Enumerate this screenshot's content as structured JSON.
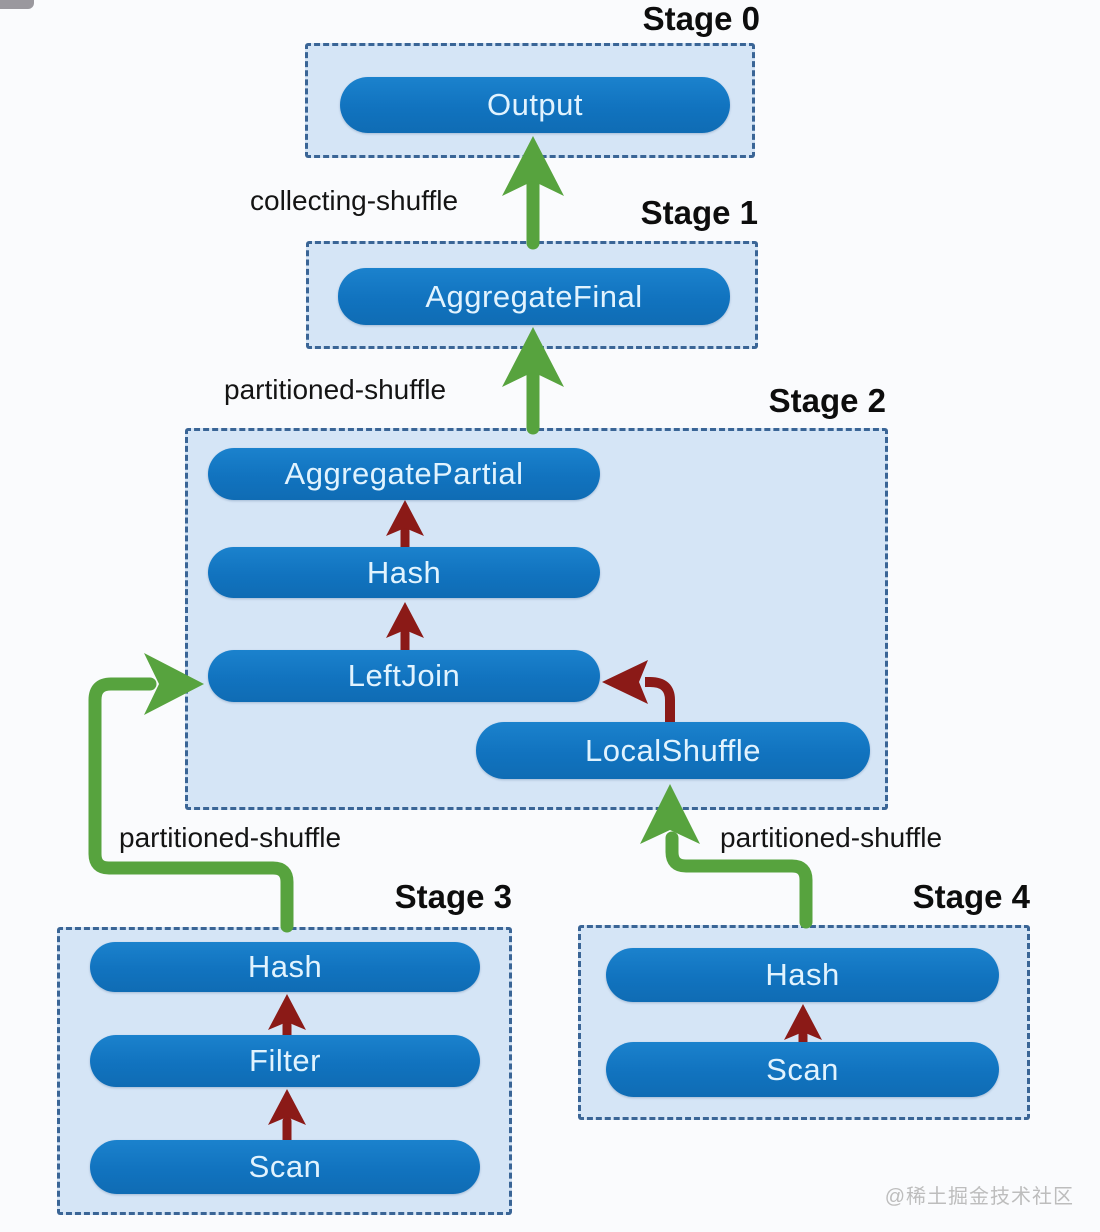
{
  "diagram": {
    "type": "query-execution-plan",
    "stages": [
      {
        "label": "Stage 0",
        "nodes": [
          {
            "label": "Output"
          }
        ]
      },
      {
        "label": "Stage 1",
        "nodes": [
          {
            "label": "AggregateFinal"
          }
        ]
      },
      {
        "label": "Stage 2",
        "nodes": [
          {
            "label": "AggregatePartial"
          },
          {
            "label": "Hash"
          },
          {
            "label": "LeftJoin"
          },
          {
            "label": "LocalShuffle"
          }
        ]
      },
      {
        "label": "Stage 3",
        "nodes": [
          {
            "label": "Hash"
          },
          {
            "label": "Filter"
          },
          {
            "label": "Scan"
          }
        ]
      },
      {
        "label": "Stage 4",
        "nodes": [
          {
            "label": "Hash"
          },
          {
            "label": "Scan"
          }
        ]
      }
    ],
    "edges": [
      {
        "label": "collecting-shuffle",
        "from": "Stage 1",
        "to": "Stage 0 / Output"
      },
      {
        "label": "partitioned-shuffle",
        "from": "Stage 2",
        "to": "Stage 1 / AggregateFinal"
      },
      {
        "label": "partitioned-shuffle",
        "from": "Stage 3",
        "to": "Stage 2 / LeftJoin"
      },
      {
        "label": "partitioned-shuffle",
        "from": "Stage 4",
        "to": "Stage 2 / LocalShuffle"
      }
    ],
    "internal_edges": [
      {
        "from": "Hash",
        "to": "AggregatePartial",
        "stage": "Stage 2"
      },
      {
        "from": "LeftJoin",
        "to": "Hash",
        "stage": "Stage 2"
      },
      {
        "from": "LocalShuffle",
        "to": "LeftJoin",
        "stage": "Stage 2"
      },
      {
        "from": "Filter",
        "to": "Hash",
        "stage": "Stage 3"
      },
      {
        "from": "Scan",
        "to": "Filter",
        "stage": "Stage 3"
      },
      {
        "from": "Scan",
        "to": "Hash",
        "stage": "Stage 4"
      }
    ],
    "colors": {
      "node_fill": "#1173bf",
      "node_text": "#e1f3fe",
      "stage_fill": "#d5e5f6",
      "stage_border": "#3a6596",
      "shuffle_arrow": "#57a33e",
      "internal_arrow": "#8b1a17",
      "label_text": "#141414",
      "watermark_text": "#bdbdbd"
    }
  },
  "watermark": {
    "text": "@稀土掘金技术社区"
  }
}
